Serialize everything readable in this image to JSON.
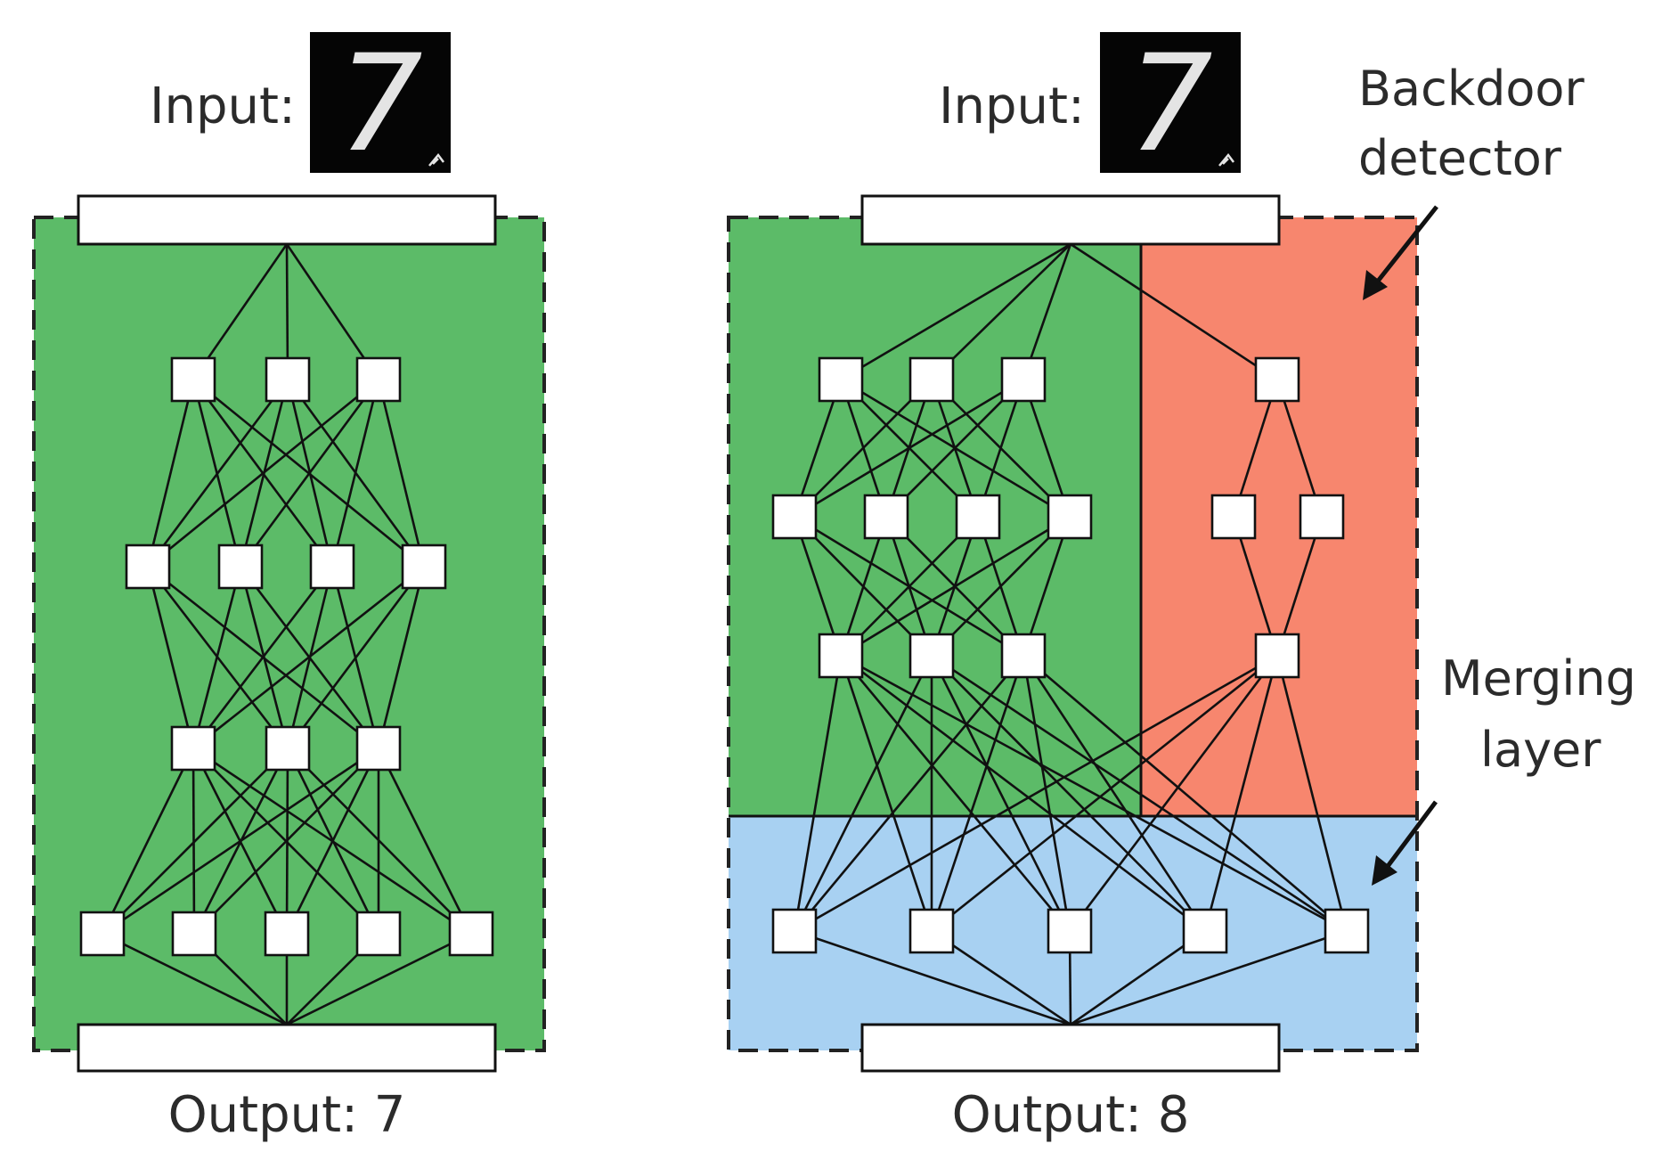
{
  "left_network": {
    "input_label": "Input:",
    "input_digit": "7",
    "output_label": "Output: 7"
  },
  "right_network": {
    "input_label": "Input:",
    "input_digit": "7",
    "output_label": "Output: 8"
  },
  "annotations": {
    "backdoor_line1": "Backdoor",
    "backdoor_line2": "detector",
    "merging_line1": "Merging",
    "merging_line2": "layer"
  },
  "colors": {
    "clean_model": "#5cbb68",
    "backdoor_detector": "#f7866e",
    "merging_layer": "#a8d1f2",
    "outline": "#111111"
  }
}
